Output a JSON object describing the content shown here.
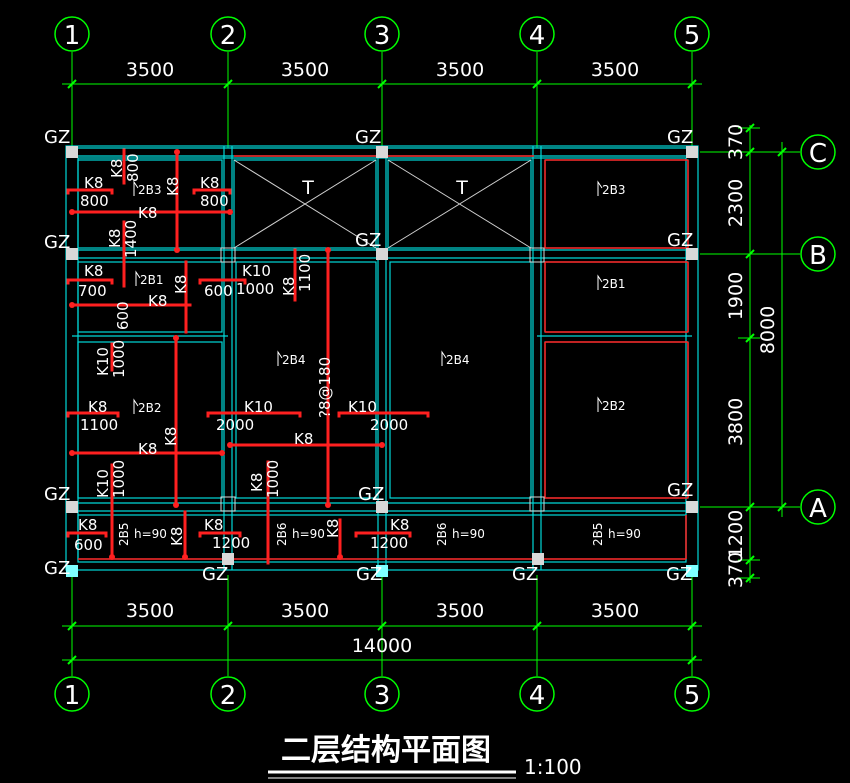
{
  "drawing": {
    "title": "二层结构平面图",
    "scale": "1:100",
    "colors": {
      "background": "#000000",
      "axis_line": "#00ff00",
      "beam_line": "#00ffff",
      "rebar": "#ff2020",
      "text": "#ffffff",
      "dim_tick": "#00ff00"
    }
  },
  "axes_x": [
    {
      "label": "1",
      "y_top": "1",
      "y_bottom": "1"
    },
    {
      "label": "2"
    },
    {
      "label": "3"
    },
    {
      "label": "4"
    },
    {
      "label": "5"
    }
  ],
  "axes_y": [
    {
      "label": "C"
    },
    {
      "label": "B"
    },
    {
      "label": "A"
    }
  ],
  "dims_top": [
    "3500",
    "3500",
    "3500",
    "3500"
  ],
  "dims_bottom": [
    "3500",
    "3500",
    "3500",
    "3500"
  ],
  "dim_total_x": "14000",
  "dims_right": [
    "370",
    "2300",
    "1900",
    "3800",
    "1200",
    "370"
  ],
  "dim_total_y": "8000",
  "columns": {
    "label": "GZ"
  },
  "stair": {
    "label": "T"
  },
  "slabs": [
    {
      "id": "2B3"
    },
    {
      "id": "2B1"
    },
    {
      "id": "2B2"
    },
    {
      "id": "2B4"
    },
    {
      "id": "2B4"
    },
    {
      "id": "2B3"
    },
    {
      "id": "2B1"
    },
    {
      "id": "2B2"
    }
  ],
  "balcony_slabs": [
    {
      "id": "2B5",
      "note": "h=90"
    },
    {
      "id": "2B6",
      "note": "h=90"
    },
    {
      "id": "2B6",
      "note": "h=90"
    },
    {
      "id": "2B5",
      "note": "h=90"
    }
  ],
  "rebar_labels": [
    {
      "type": "K8",
      "len": "800"
    },
    {
      "type": "K8",
      "len": "800"
    },
    {
      "type": "K8",
      "len": "800"
    },
    {
      "type": "K8",
      "len": ""
    },
    {
      "type": "K8",
      "len": "1400"
    },
    {
      "type": "K8",
      "len": "700"
    },
    {
      "type": "K8",
      "len": "600"
    },
    {
      "type": "K10",
      "len": "1000"
    },
    {
      "type": "K8",
      "len": "1100"
    },
    {
      "type": "K8",
      "len": ""
    },
    {
      "type": "K8",
      "len": "600"
    },
    {
      "type": "K10",
      "len": "1000"
    },
    {
      "type": "K8",
      "len": "1100"
    },
    {
      "type": "K10",
      "len": "2000"
    },
    {
      "type": "K10",
      "len": "2000"
    },
    {
      "type": "K8",
      "len": ""
    },
    {
      "type": "K8",
      "len": ""
    },
    {
      "type": "K10",
      "len": "1000"
    },
    {
      "type": "K8",
      "len": "1000"
    },
    {
      "type": "K8",
      "len": "600"
    },
    {
      "type": "K8",
      "len": ""
    },
    {
      "type": "K8",
      "len": "1200"
    },
    {
      "type": "K8",
      "len": ""
    },
    {
      "type": "K8",
      "len": "1200"
    }
  ],
  "special_rebar": "?8@180"
}
